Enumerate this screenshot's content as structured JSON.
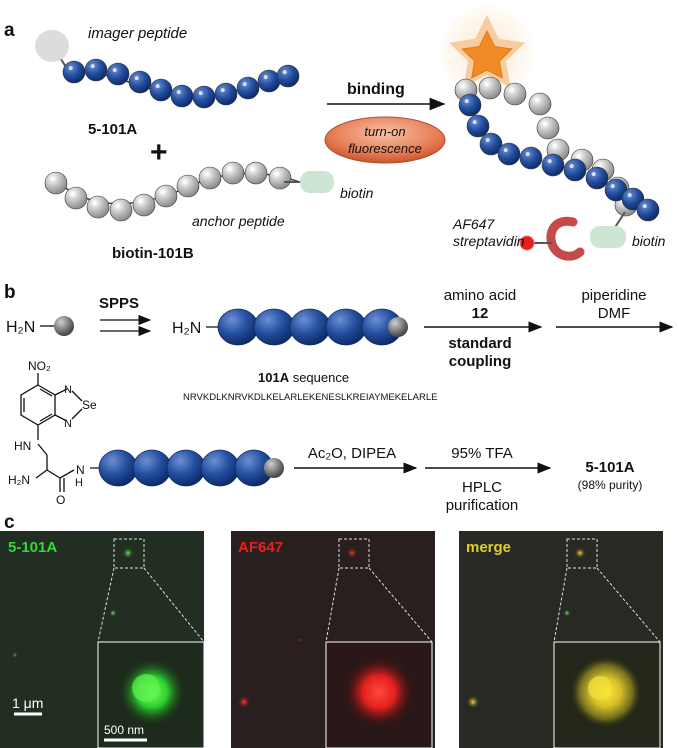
{
  "panel_a": {
    "letter": "a",
    "imager_label": "imager peptide",
    "peptide_5_101A": "5-101A",
    "plus": "+",
    "anchor_label": "anchor peptide",
    "biotin_label": "biotin",
    "biotin_101B": "biotin-101B",
    "binding_label": "binding",
    "turn_on_line1": "turn-on",
    "turn_on_line2": "fluorescence",
    "af647_line1": "AF647",
    "af647_line2": "streptavidin",
    "biotin_right": "biotin"
  },
  "panel_b": {
    "letter": "b",
    "h2n_left": "H₂N",
    "spps": "SPPS",
    "h2n_chain": "H₂N",
    "sequence_name": "101A",
    "sequence_word": "sequence",
    "sequence": "NRVKDLKNRVKDLKELARLEKENESLKREIAYMEKELARLE",
    "amino_acid": "amino acid",
    "amino_acid_num": "12",
    "standard": "standard",
    "coupling": "coupling",
    "piperidine": "piperidine",
    "dmf": "DMF",
    "no2": "NO₂",
    "se": "Se",
    "n_top": "N",
    "n_bottom": "N",
    "hn": "HN",
    "h2n_bottom": "H₂N",
    "nh": "H",
    "o": "O",
    "ac2o": "Ac₂O, DIPEA",
    "tfa": "95% TFA",
    "hplc": "HPLC",
    "purification": "purification",
    "product": "5-101A",
    "purity": "(98% purity)"
  },
  "panel_c": {
    "letter": "c",
    "green_label": "5-101A",
    "red_label": "AF647",
    "merge_label": "merge",
    "scale_1um": "1 μm",
    "scale_500nm": "500 nm"
  },
  "colors": {
    "blue_bead": "#1f4a9c",
    "grey_bead": "#b8b8b8",
    "biotin": "#cde5d3",
    "green_channel": "#2fd42f",
    "red_channel": "#e41f1f",
    "merge_yellow": "#e8d42a",
    "star": "#f08a24"
  }
}
